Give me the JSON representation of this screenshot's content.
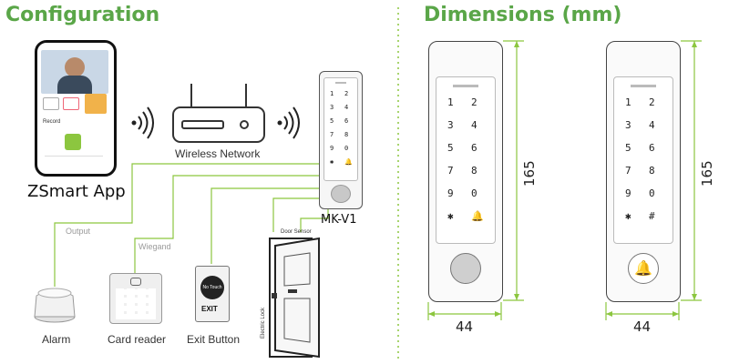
{
  "titles": {
    "configuration": "Configuration",
    "dimensions": "Dimensions (mm)"
  },
  "app": {
    "name": "ZSmart App",
    "screen_record_label": "Record"
  },
  "network": {
    "label": "Wireless Network"
  },
  "device": {
    "name": "MK-V1",
    "keys_left": [
      "1",
      "3",
      "5",
      "7",
      "9",
      "✱"
    ],
    "keys_right": [
      "2",
      "4",
      "6",
      "8",
      "0",
      "🔔"
    ]
  },
  "connections": {
    "output": "Output",
    "wiegand": "Wiegand",
    "door_sensor": "Door Sensor",
    "electric_lock": "Electric Lock"
  },
  "peripherals": {
    "alarm": "Alarm",
    "card_reader": "Card reader",
    "exit_button": "Exit Button",
    "exit_text": "EXIT",
    "no_touch_text": "No Touch"
  },
  "dimensions": {
    "height": "165",
    "width": "44",
    "left_unit_keys_right": [
      "2",
      "4",
      "6",
      "8",
      "0",
      "🔔"
    ],
    "right_unit_keys_right": [
      "2",
      "4",
      "6",
      "8",
      "0",
      "#"
    ],
    "keys_left": [
      "1",
      "3",
      "5",
      "7",
      "9",
      "✱"
    ]
  },
  "colors": {
    "accent_green": "#5aa648",
    "wire_green": "#8cc63f",
    "dotted_divider": "#8cc63f",
    "dimension_line": "#8cc63f"
  }
}
